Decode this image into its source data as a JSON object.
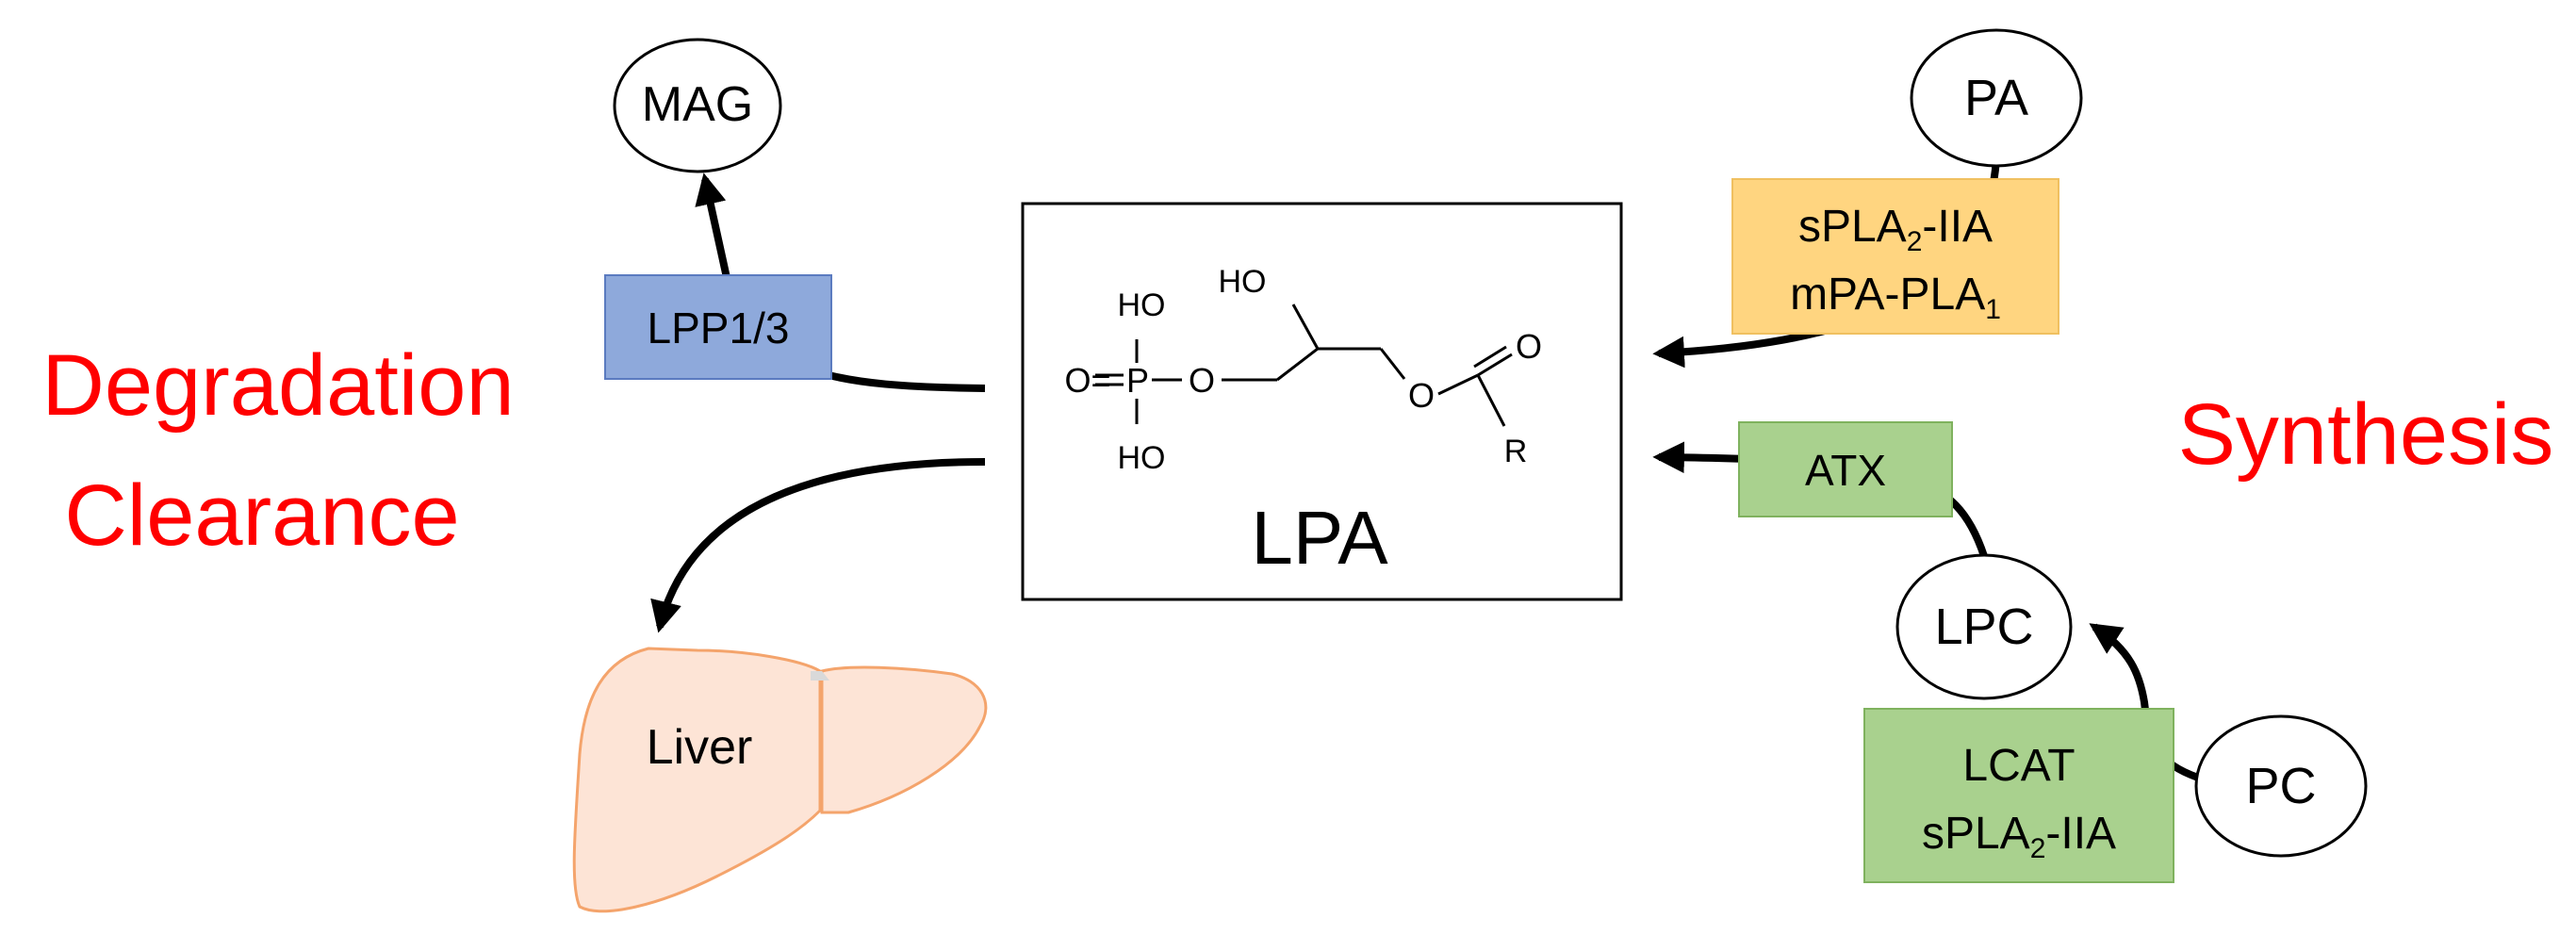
{
  "labels": {
    "left_line1": "Degradation",
    "left_line2": "Clearance",
    "right": "Synthesis",
    "center": "LPA"
  },
  "nodes": {
    "mag": "MAG",
    "pa": "PA",
    "lpc": "LPC",
    "pc": "PC",
    "liver": "Liver"
  },
  "enzymes": {
    "lpp": "LPP1/3",
    "atx": "ATX",
    "spla2_base": "sPLA",
    "spla2_sub": "2",
    "spla2_suffix": "-IIA",
    "mpa_base": "mPA-PLA",
    "mpa_sub": "1",
    "lcat": "LCAT"
  },
  "structure": {
    "ho_top": "HO",
    "ho_p": "HO",
    "ho_bottom": "HO",
    "o_eq": "O=",
    "p": "P",
    "o_ester1": "O",
    "o_ester2": "O",
    "o_carbonyl": "O",
    "r": "R"
  },
  "colors": {
    "title_red": "#ff0000",
    "lpp_fill": "#8ea9db",
    "orange_fill": "#ffd580",
    "green_fill": "#a9d18e",
    "liver_fill": "#fde4d6",
    "liver_stroke": "#f4a46c"
  }
}
